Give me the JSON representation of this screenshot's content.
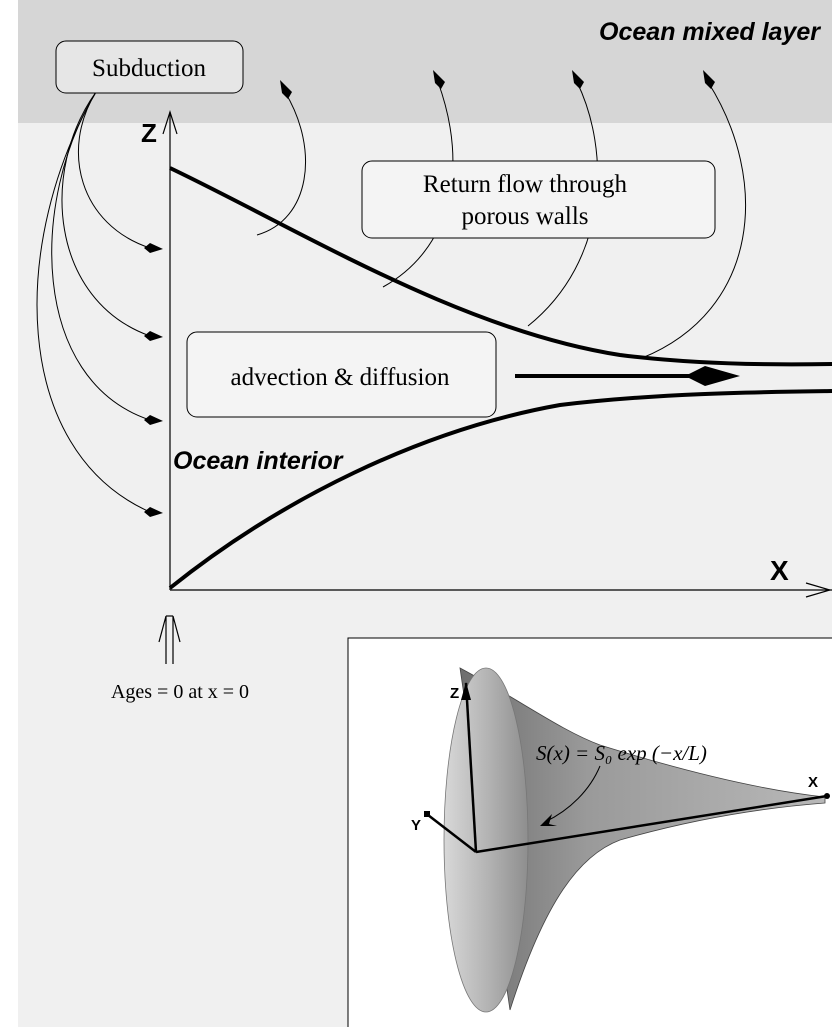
{
  "mixed_layer_label": "Ocean mixed layer",
  "interior_label": "Ocean interior",
  "subduction_label": "Subduction",
  "return_flow_label_line1": "Return flow through",
  "return_flow_label_line2": "porous walls",
  "advection_label": "advection & diffusion",
  "axis_z_label": "Z",
  "axis_x_label": "X",
  "ages_label": "Ages = 0 at x = 0",
  "inset": {
    "axis_z_label": "Z",
    "axis_x_label": "X",
    "axis_y_label": "Y",
    "formula": "S(x) = S₀ exp (−x/L)"
  },
  "colors": {
    "mixed_layer": "#d6d6d6",
    "interior": "#f0f0f0",
    "ink": "#000000",
    "inset_bg": "#ffffff"
  }
}
